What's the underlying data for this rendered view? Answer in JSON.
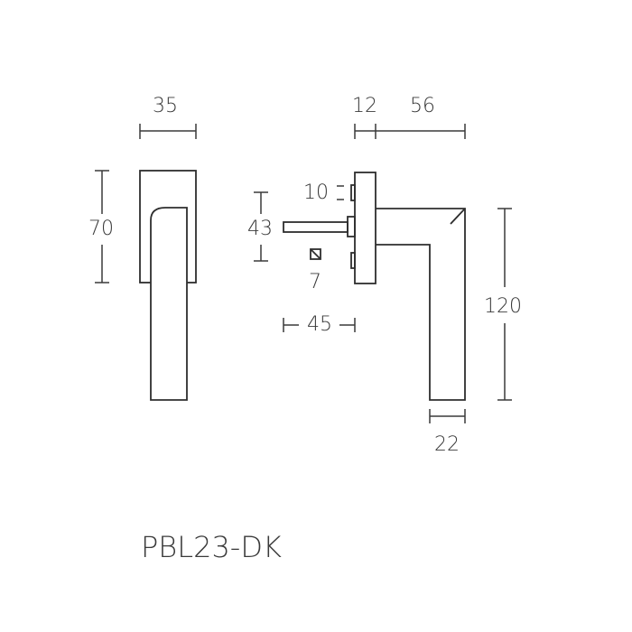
{
  "product_code": "PBL23-DK",
  "dimensions": {
    "front_width": "35",
    "front_height": "70",
    "rose_depth": "12",
    "lever_projection": "56",
    "spindle_height": "43",
    "tab_size": "10",
    "spindle_square": "7",
    "spindle_length": "45",
    "lever_length": "120",
    "lever_width": "22"
  }
}
